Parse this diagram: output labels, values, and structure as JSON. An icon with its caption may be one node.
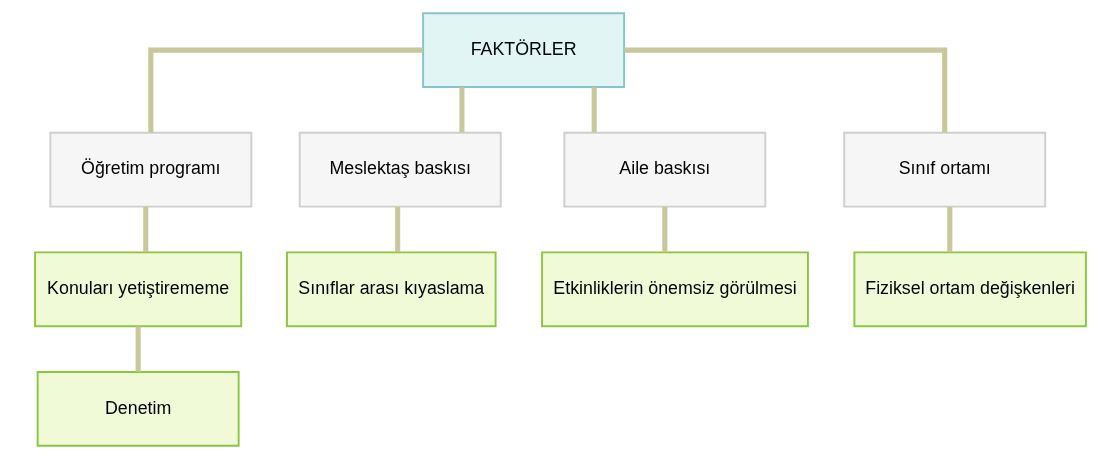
{
  "diagram": {
    "nodes": [
      {
        "text": [
          "FAKTÖRLER"
        ]
      },
      {
        "text": [
          "Öğretim programı"
        ]
      },
      {
        "text": [
          "Meslektaş baskısı"
        ]
      },
      {
        "text": [
          "Aile baskısı"
        ]
      },
      {
        "text": [
          "Sınıf ortamı"
        ]
      },
      {
        "text": [
          "Konuları yetiştirememe"
        ]
      },
      {
        "text": [
          "Sınıflar arası kıyaslama"
        ]
      },
      {
        "text": [
          "Etkinliklerin önemsiz görülmesi"
        ]
      },
      {
        "text": [
          "Fiziksel ortam değişkenleri"
        ]
      },
      {
        "text": [
          "Denetim"
        ]
      }
    ],
    "edges": [
      {
        "from": 0,
        "to": 1,
        "arrow": "none"
      },
      {
        "from": 0,
        "to": 2,
        "arrow": "none"
      },
      {
        "from": 0,
        "to": 3,
        "arrow": "none"
      },
      {
        "from": 0,
        "to": 4,
        "arrow": "none"
      },
      {
        "from": 1,
        "to": 5,
        "arrow": "none"
      },
      {
        "from": 2,
        "to": 6,
        "arrow": "none"
      },
      {
        "from": 3,
        "to": 7,
        "arrow": "none"
      },
      {
        "from": 4,
        "to": 8,
        "arrow": "none"
      },
      {
        "from": 5,
        "to": 9,
        "arrow": "none"
      }
    ]
  }
}
